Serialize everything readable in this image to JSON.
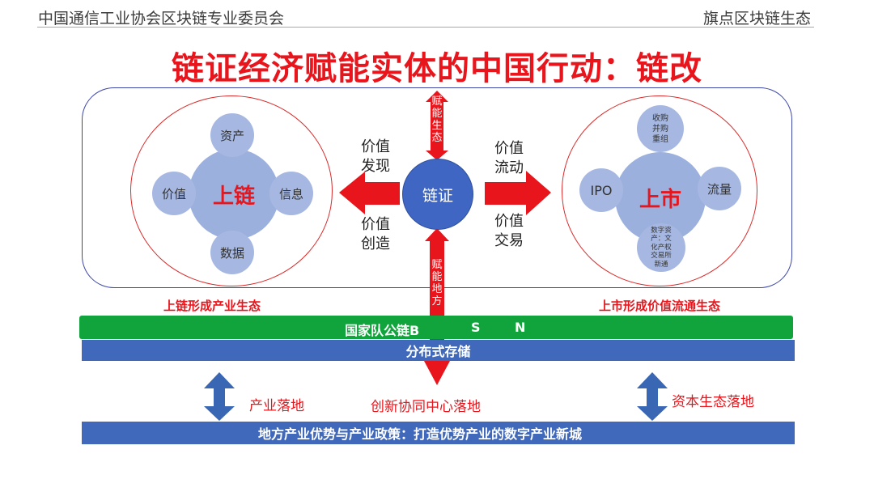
{
  "header": {
    "left": "中国通信工业协会区块链专业委员会",
    "right": "旗点区块链生态"
  },
  "title": "链证经济赋能实体的中国行动：链改",
  "left_cluster": {
    "center": "上链",
    "top": "资产",
    "left": "价值",
    "right": "信息",
    "bottom": "数据",
    "caption": "上链形成产业生态"
  },
  "right_cluster": {
    "center": "上市",
    "top": "收购\n并购\n重组",
    "left": "IPO",
    "right": "流量",
    "bottom": "数字资\n产：文\n化产权\n交易所\n新通",
    "caption": "上市形成价值流通生态"
  },
  "center": {
    "hub": "链证",
    "top_arrow": "赋\n能\n生\n态",
    "bottom_arrow": "赋\n能\n地\n方",
    "left_top": "价值\n发现",
    "left_bottom": "价值\n创造",
    "right_top": "价值\n流动",
    "right_bottom": "价值\n交易"
  },
  "bars": {
    "green": [
      "国家队公链B",
      "S",
      "N"
    ],
    "storage": "分布式存储",
    "bottom": "地方产业优势与产业政策：打造优势产业的数字产业新城"
  },
  "landing": {
    "industry": "产业落地",
    "innovation": "创新协同中心落地",
    "capital": "资本生态落地"
  },
  "colors": {
    "red": "#e8161c",
    "green": "#12a43c",
    "blue": "#4069bb",
    "hub": "#3f66c2",
    "ball": "#a6b8e2",
    "double_arrow": "#3a67b4"
  }
}
